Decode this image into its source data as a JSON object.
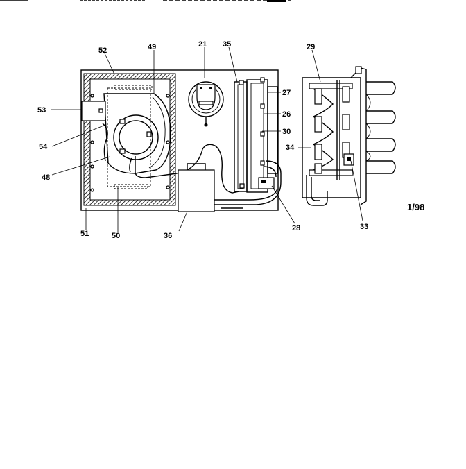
{
  "diagram": {
    "date_code": "1/98",
    "callouts": [
      {
        "id": "c21",
        "text": "21"
      },
      {
        "id": "c26",
        "text": "26"
      },
      {
        "id": "c27",
        "text": "27"
      },
      {
        "id": "c28",
        "text": "28"
      },
      {
        "id": "c29",
        "text": "29"
      },
      {
        "id": "c30",
        "text": "30"
      },
      {
        "id": "c33",
        "text": "33"
      },
      {
        "id": "c34",
        "text": "34"
      },
      {
        "id": "c35",
        "text": "35"
      },
      {
        "id": "c36",
        "text": "36"
      },
      {
        "id": "c48",
        "text": "48"
      },
      {
        "id": "c49",
        "text": "49"
      },
      {
        "id": "c50",
        "text": "50"
      },
      {
        "id": "c51",
        "text": "51"
      },
      {
        "id": "c52",
        "text": "52"
      },
      {
        "id": "c53",
        "text": "53"
      },
      {
        "id": "c54",
        "text": "54"
      }
    ]
  }
}
